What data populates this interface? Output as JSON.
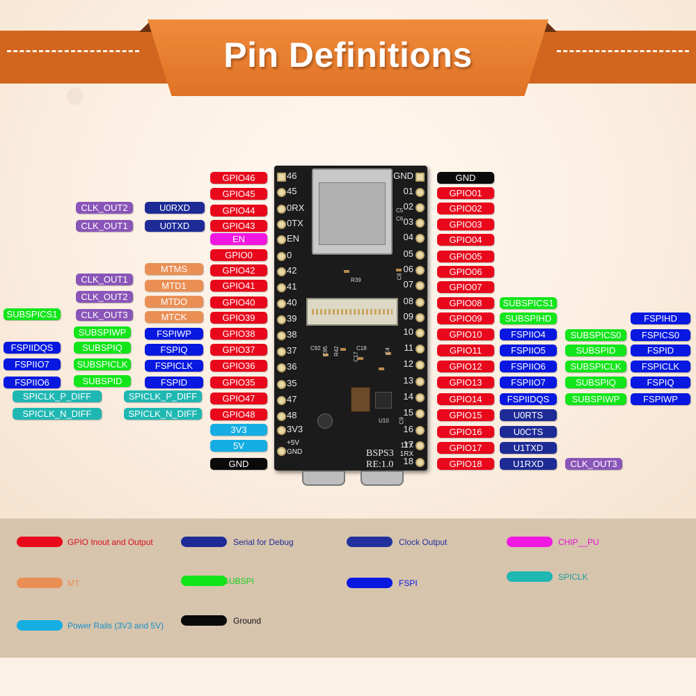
{
  "header": {
    "title": "Pin Definitions"
  },
  "colors": {
    "gpio": "#e8071b",
    "serial": "#1e2b96",
    "clock": "#22309e",
    "chip_pu": "#f018e0",
    "mt": "#e98f55",
    "subspi": "#12e51a",
    "fspi": "#0818e0",
    "spiclk": "#1fb7b2",
    "power": "#16aee2",
    "ground": "#0a0a0a",
    "clk_purple": "#8a55b8",
    "accent_orange": "#d2661f"
  },
  "board": {
    "name_line1": "BSPS3",
    "name_line2": "RE:1.0",
    "left_silk": [
      "46",
      "45",
      "0RX",
      "0TX",
      "EN",
      "0",
      "42",
      "41",
      "40",
      "39",
      "38",
      "37",
      "36",
      "35",
      "47",
      "48",
      "3V3",
      "+5V",
      "GND"
    ],
    "right_silk": [
      "GND",
      "01",
      "02",
      "03",
      "04",
      "05",
      "06",
      "07",
      "08",
      "09",
      "10",
      "11",
      "12",
      "13",
      "14",
      "15",
      "16",
      "17",
      "18",
      "1TX",
      "1RX"
    ],
    "component_labels": [
      "R39",
      "C8",
      "C92",
      "C95",
      "R42",
      "C18",
      "C17",
      "C4",
      "C5",
      "C6",
      "U10",
      "C9"
    ]
  },
  "labels": [
    {
      "text": "GPIO46",
      "c": "gpio"
    },
    {
      "text": "GPIO45",
      "c": "gpio"
    },
    {
      "text": "GPIO44",
      "c": "gpio"
    },
    {
      "text": "GPIO43",
      "c": "gpio"
    },
    {
      "text": "EN",
      "c": "chip_pu"
    },
    {
      "text": "GPIO0",
      "c": "gpio"
    },
    {
      "text": "GPIO42",
      "c": "gpio"
    },
    {
      "text": "GPIO41",
      "c": "gpio"
    },
    {
      "text": "GPIO40",
      "c": "gpio"
    },
    {
      "text": "GPIO39",
      "c": "gpio"
    },
    {
      "text": "GPIO38",
      "c": "gpio"
    },
    {
      "text": "GPIO37",
      "c": "gpio"
    },
    {
      "text": "GPIO36",
      "c": "gpio"
    },
    {
      "text": "GPIO35",
      "c": "gpio"
    },
    {
      "text": "GPIO47",
      "c": "gpio"
    },
    {
      "text": "GPIO48",
      "c": "gpio"
    },
    {
      "text": "3V3",
      "c": "power"
    },
    {
      "text": "5V",
      "c": "power"
    },
    {
      "text": "GND",
      "c": "ground"
    },
    {
      "text": "U0RXD",
      "c": "serial"
    },
    {
      "text": "U0TXD",
      "c": "serial"
    },
    {
      "text": "MTMS",
      "c": "mt"
    },
    {
      "text": "MTD1",
      "c": "mt"
    },
    {
      "text": "MTDO",
      "c": "mt"
    },
    {
      "text": "MTCK",
      "c": "mt"
    },
    {
      "text": "FSPIWP",
      "c": "fspi"
    },
    {
      "text": "FSPIQ",
      "c": "fspi"
    },
    {
      "text": "FSPICLK",
      "c": "fspi"
    },
    {
      "text": "FSPID",
      "c": "fspi"
    },
    {
      "text": "SPICLK_P_DIFF",
      "c": "spiclk"
    },
    {
      "text": "SPICLK_N_DIFF",
      "c": "spiclk"
    },
    {
      "text": "CLK_OUT2",
      "c": "clk_purple"
    },
    {
      "text": "CLK_OUT1",
      "c": "clk_purple"
    },
    {
      "text": "CLK_OUT1",
      "c": "clk_purple"
    },
    {
      "text": "CLK_OUT2",
      "c": "clk_purple"
    },
    {
      "text": "CLK_OUT3",
      "c": "clk_purple"
    },
    {
      "text": "SUBSPIWP",
      "c": "subspi"
    },
    {
      "text": "SUBSPIQ",
      "c": "subspi"
    },
    {
      "text": "SUBSPICLK",
      "c": "subspi"
    },
    {
      "text": "SUBSPID",
      "c": "subspi"
    },
    {
      "text": "SPICLK_P_DIFF",
      "c": "spiclk"
    },
    {
      "text": "SPICLK_N_DIFF",
      "c": "spiclk"
    },
    {
      "text": "SUBSPICS1",
      "c": "subspi"
    },
    {
      "text": "FSPIIDQS",
      "c": "fspi"
    },
    {
      "text": "FSPIIO7",
      "c": "fspi"
    },
    {
      "text": "FSPIIO6",
      "c": "fspi"
    },
    {
      "text": "GND",
      "c": "ground"
    },
    {
      "text": "GPIO01",
      "c": "gpio"
    },
    {
      "text": "GPIO02",
      "c": "gpio"
    },
    {
      "text": "GPIO03",
      "c": "gpio"
    },
    {
      "text": "GPIO04",
      "c": "gpio"
    },
    {
      "text": "GPIO05",
      "c": "gpio"
    },
    {
      "text": "GPIO06",
      "c": "gpio"
    },
    {
      "text": "GPIO07",
      "c": "gpio"
    },
    {
      "text": "GPIO08",
      "c": "gpio"
    },
    {
      "text": "GPIO09",
      "c": "gpio"
    },
    {
      "text": "GPIO10",
      "c": "gpio"
    },
    {
      "text": "GPIO11",
      "c": "gpio"
    },
    {
      "text": "GPIO12",
      "c": "gpio"
    },
    {
      "text": "GPIO13",
      "c": "gpio"
    },
    {
      "text": "GPIO14",
      "c": "gpio"
    },
    {
      "text": "GPIO15",
      "c": "gpio"
    },
    {
      "text": "GPIO16",
      "c": "gpio"
    },
    {
      "text": "GPIO17",
      "c": "gpio"
    },
    {
      "text": "GPIO18",
      "c": "gpio"
    },
    {
      "text": "SUBSPICS1",
      "c": "subspi"
    },
    {
      "text": "SUBSPIHD",
      "c": "subspi"
    },
    {
      "text": "FSPIIO4",
      "c": "fspi"
    },
    {
      "text": "FSPIIO5",
      "c": "fspi"
    },
    {
      "text": "FSPIIO6",
      "c": "fspi"
    },
    {
      "text": "FSPIIO7",
      "c": "fspi"
    },
    {
      "text": "FSPIIDQS",
      "c": "fspi"
    },
    {
      "text": "U0RTS",
      "c": "serial"
    },
    {
      "text": "U0CTS",
      "c": "serial"
    },
    {
      "text": "U1TXD",
      "c": "serial"
    },
    {
      "text": "U1RXD",
      "c": "serial"
    },
    {
      "text": "CLK_OUT3",
      "c": "clk_purple"
    },
    {
      "text": "SUBSPICS0",
      "c": "subspi"
    },
    {
      "text": "SUBSPID",
      "c": "subspi"
    },
    {
      "text": "SUBSPICLK",
      "c": "subspi"
    },
    {
      "text": "SUBSPIQ",
      "c": "subspi"
    },
    {
      "text": "SUBSPIWP",
      "c": "subspi"
    },
    {
      "text": "FSPIHD",
      "c": "fspi"
    },
    {
      "text": "FSPICS0",
      "c": "fspi"
    },
    {
      "text": "FSPID",
      "c": "fspi"
    },
    {
      "text": "FSPICLK",
      "c": "fspi"
    },
    {
      "text": "FSPIQ",
      "c": "fspi"
    },
    {
      "text": "FSPIWP",
      "c": "fspi"
    }
  ],
  "legend": [
    {
      "text": "GPIO  Inout and Output",
      "swatch": "#e8071b",
      "text_color": "#d50f1a"
    },
    {
      "text": "Serial for Debug",
      "swatch": "#1e2b96",
      "text_color": "#1e2b96"
    },
    {
      "text": "Clock Output",
      "swatch": "#22309e",
      "text_color": "#22309e"
    },
    {
      "text": "CHIP__PU",
      "swatch": "#f018e0",
      "text_color": "#e010d0"
    },
    {
      "text": "MT",
      "swatch": "#e98f55",
      "text_color": "#e98f55"
    },
    {
      "text": "SUBSPI",
      "swatch": "#12e51a",
      "text_color": "#12d01a"
    },
    {
      "text": "FSPI",
      "swatch": "#0818e0",
      "text_color": "#0818e0"
    },
    {
      "text": "SPICLK",
      "swatch": "#1fb7b2",
      "text_color": "#1a9e9a"
    },
    {
      "text": "Power Rails (3V3 and 5V)",
      "swatch": "#16aee2",
      "text_color": "#1590c8"
    },
    {
      "text": "Ground",
      "swatch": "#0a0a0a",
      "text_color": "#111111"
    }
  ]
}
